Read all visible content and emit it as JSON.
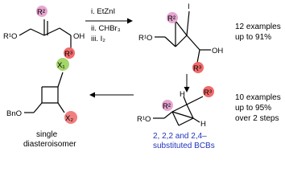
{
  "colors": {
    "r2_circle": "#e6a6d0",
    "r3_circle": "#f26a6a",
    "x1_circle": "#a5d66a",
    "x2_circle": "#f08080",
    "bcb_label": "#2233bb",
    "bond": "#000000"
  },
  "reagents": {
    "step1": "i. EtZnI",
    "step2": "ii. CHBr₃",
    "step3": "iii. I₂"
  },
  "substituents": {
    "r1o": "R¹O",
    "r2": "R²",
    "r3": "R³",
    "oh": "OH",
    "i": "I",
    "h": "H",
    "bno": "BnO",
    "x1": "X₁",
    "x2": "X₂"
  },
  "notes": {
    "step1_count": "12 examples",
    "step1_yield": "up to 91%",
    "step2_count": "10 examples",
    "step2_yield": "up to 95%",
    "step2_steps": "over 2 steps",
    "bcb_line1": "2, 2,2 and 2,4–",
    "bcb_line2": "substituted BCBs",
    "single_line1": "single",
    "single_line2": "diasteroisomer"
  }
}
